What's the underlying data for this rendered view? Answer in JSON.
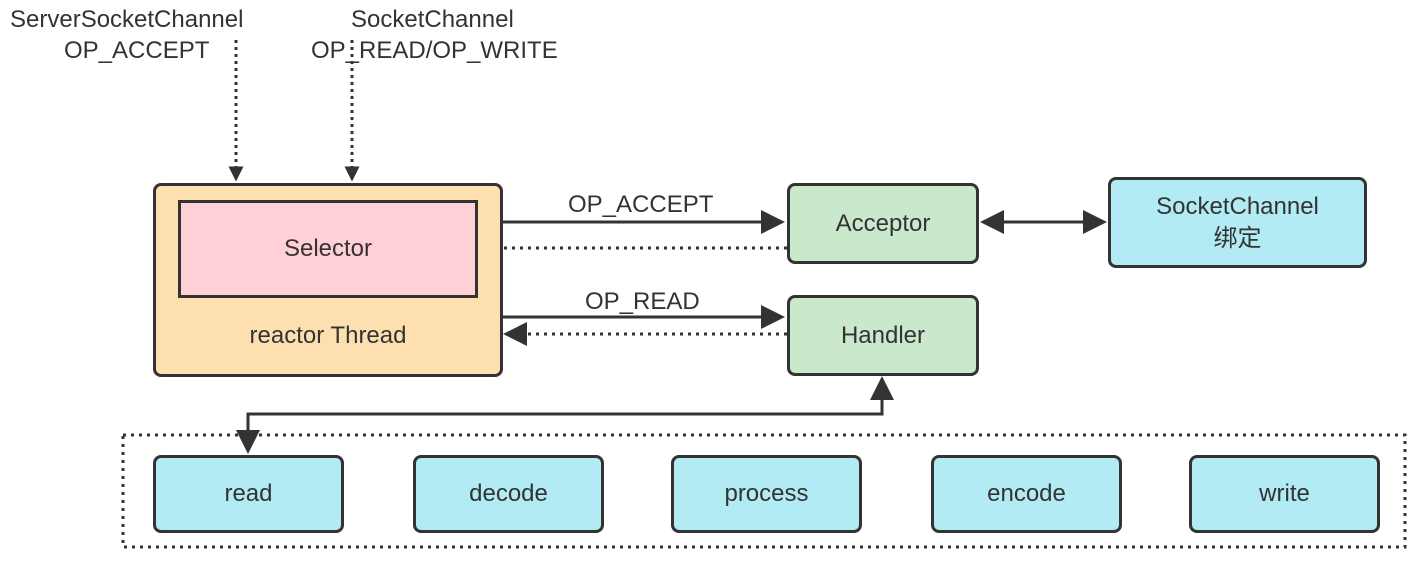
{
  "top_labels": {
    "server": {
      "line1": "ServerSocketChannel",
      "line2": "OP_ACCEPT"
    },
    "socket": {
      "line1": "SocketChannel",
      "line2": "OP_READ/OP_WRITE"
    }
  },
  "reactor": {
    "label": "reactor Thread",
    "selector_label": "Selector"
  },
  "acceptor": {
    "label": "Acceptor"
  },
  "handler": {
    "label": "Handler"
  },
  "socket_bind": {
    "line1": "SocketChannel",
    "line2": "绑定"
  },
  "edges": {
    "accept_label": "OP_ACCEPT",
    "read_label": "OP_READ"
  },
  "pipeline": [
    {
      "label": "read"
    },
    {
      "label": "decode"
    },
    {
      "label": "process"
    },
    {
      "label": "encode"
    },
    {
      "label": "write"
    }
  ],
  "colors": {
    "reactor_fill": "#fee0b0",
    "selector_fill": "#ffd0d5",
    "green_fill": "#cae9cc",
    "cyan_fill": "#b2ebf3",
    "stroke": "#333333"
  }
}
